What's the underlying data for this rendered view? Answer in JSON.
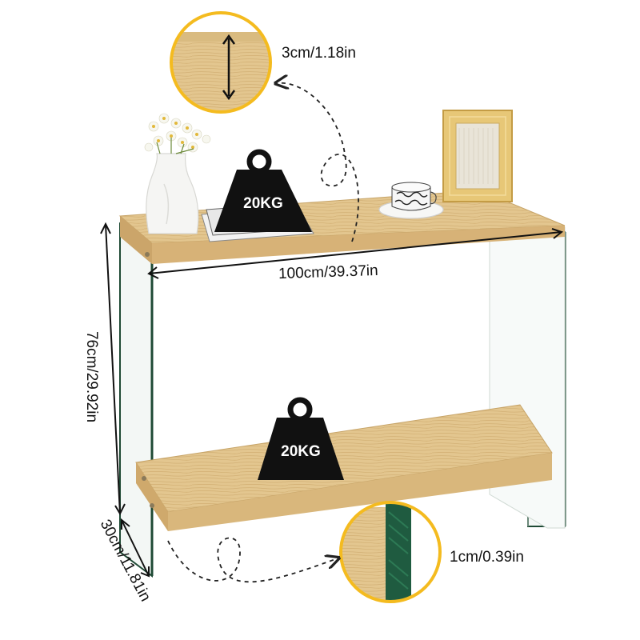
{
  "dimensions": {
    "top_thickness": "3cm/1.18in",
    "width": "100cm/39.37in",
    "height": "76cm/29.92in",
    "depth": "30cm/11.81in",
    "glass_thickness": "1cm/0.39in"
  },
  "load_capacity": {
    "top_shelf": "20KG",
    "bottom_shelf": "20KG"
  },
  "colors": {
    "wood": "#e2c58f",
    "glass_edge": "#1f4a35",
    "weight_icon": "#111111"
  }
}
